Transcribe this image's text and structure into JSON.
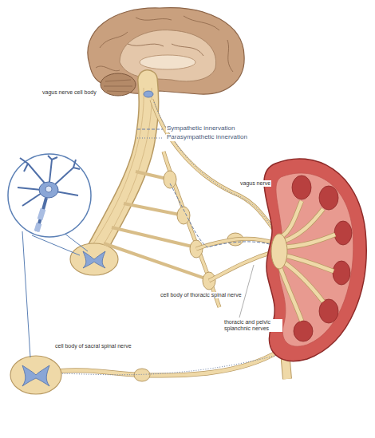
{
  "diagram": {
    "labels": [
      "vagus nerve cell body",
      "vagus nerve",
      "cell body of thoracic spinal nerve",
      "thoracic and pelvic splanchnic nerves",
      "cell body of sacral spinal nerve"
    ],
    "legend": [
      {
        "text": "Sympathetic innervation"
      },
      {
        "text": "Parasympathetic innervation"
      }
    ]
  }
}
